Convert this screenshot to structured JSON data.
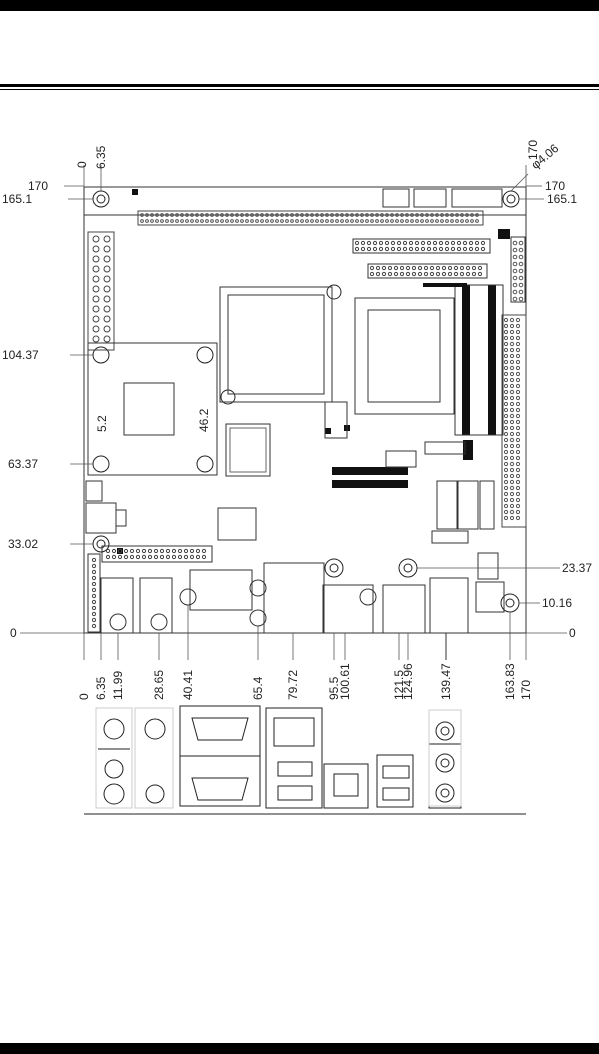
{
  "left_labels": {
    "top_zero": "0",
    "top_170": "170",
    "top_165": "165.1",
    "l104": "104.37",
    "l63": "63.37",
    "l33": "33.02",
    "bottom_zero": "0"
  },
  "right_labels": {
    "top_170": "170",
    "phi": "φ4.06",
    "r170": "170",
    "r165": "165.1",
    "r23": "23.37",
    "r10": "10.16",
    "r0": "0"
  },
  "top_labels": {
    "z": "0",
    "a": "6.35"
  },
  "inner_labels": {
    "a": "5.2",
    "b": "46.2"
  },
  "bottom_labels": [
    "0",
    "6.35",
    "11.99",
    "28.65",
    "40.41",
    "65.4",
    "79.72",
    "95.5",
    "100.61",
    "121.5",
    "124.96",
    "139.47",
    "163.83",
    "170"
  ],
  "colors": {
    "ink": "#000000",
    "line": "#333333",
    "dim": "#222222"
  }
}
